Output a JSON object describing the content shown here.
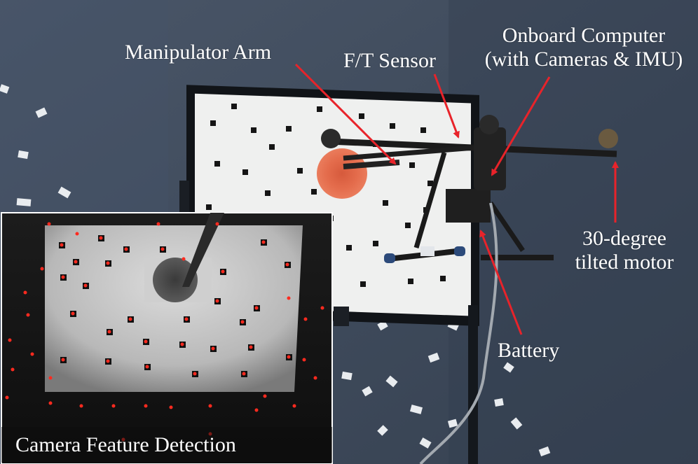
{
  "labels": {
    "manipulator_arm": "Manipulator Arm",
    "ft_sensor": "F/T Sensor",
    "onboard_computer_line1": "Onboard Computer",
    "onboard_computer_line2": "(with Cameras & IMU)",
    "tilted_motor_line1": "30-degree",
    "tilted_motor_line2": "tilted motor",
    "battery": "Battery"
  },
  "inset": {
    "caption": "Camera Feature Detection"
  },
  "colors": {
    "annotation_arrow": "#e8232a",
    "label_text": "#ffffff",
    "feature_point": "#ff2a1f",
    "target_disk": "#e26a48",
    "wall": "#3e4a5a"
  }
}
